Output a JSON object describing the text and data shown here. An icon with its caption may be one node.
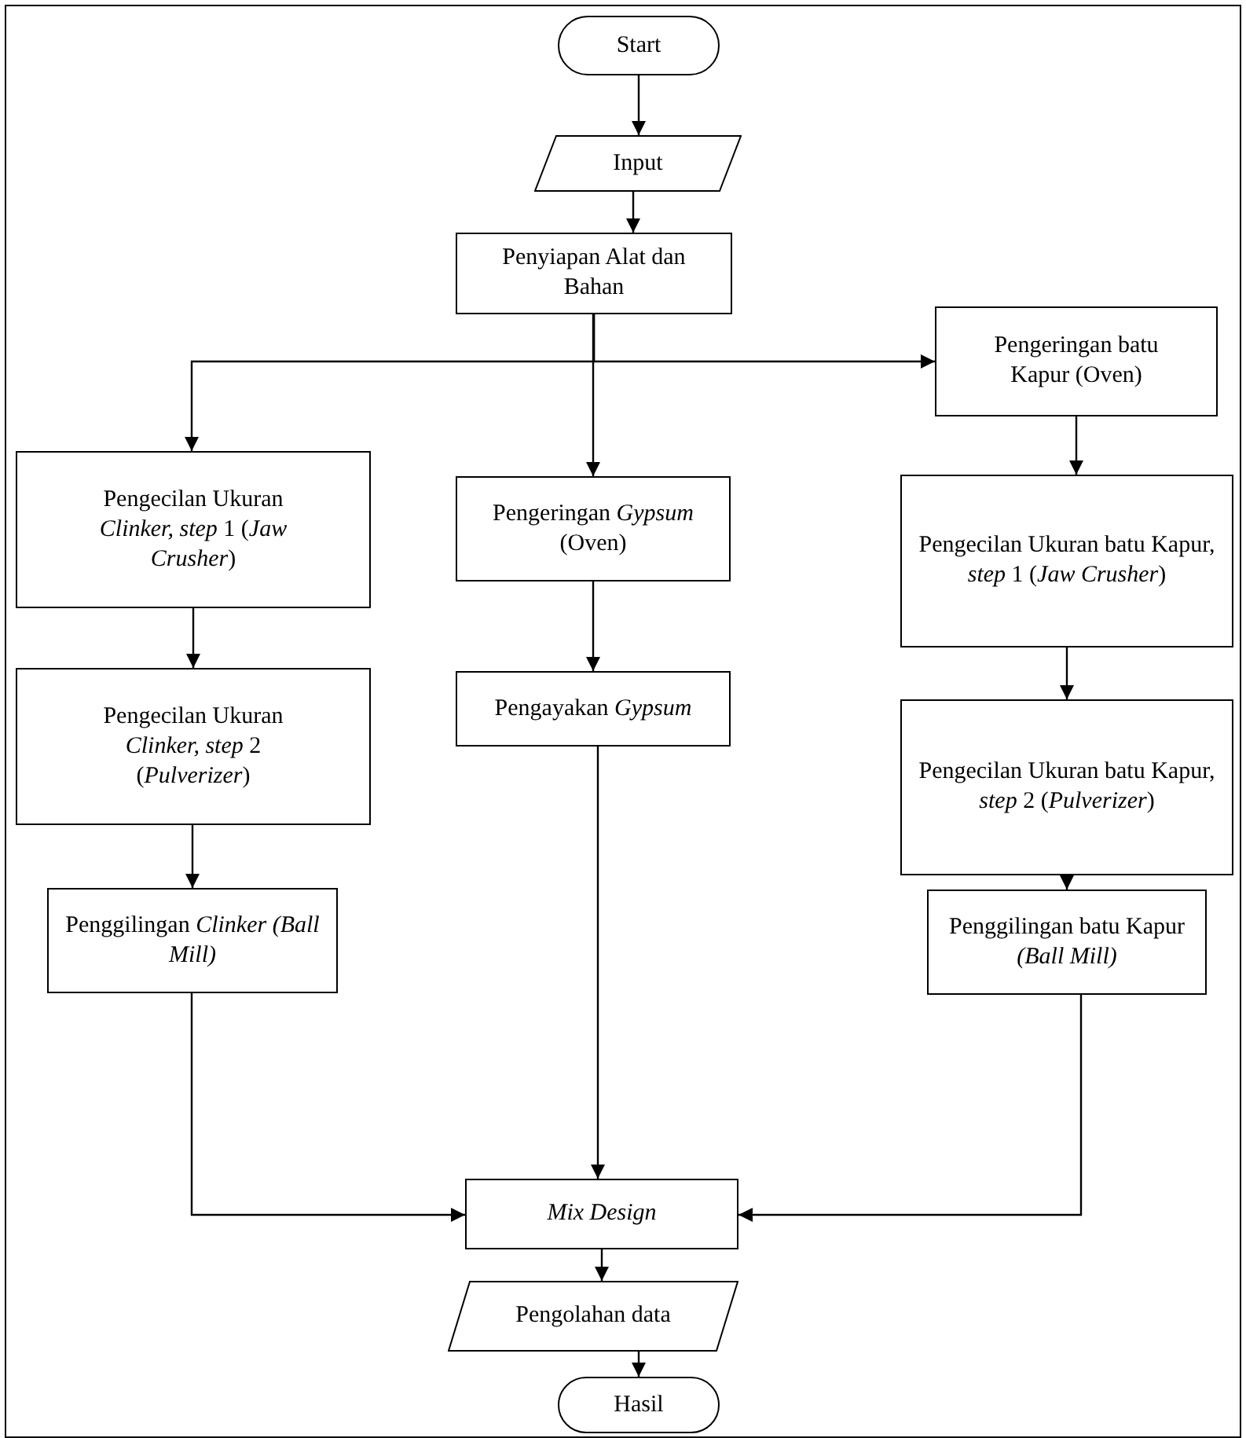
{
  "diagram": {
    "nodes": [
      {
        "text": [
          "Start"
        ]
      },
      {
        "text": [
          "Input"
        ]
      },
      {
        "text": [
          "Penyiapan Alat dan Bahan"
        ]
      },
      {
        "text": [
          "Pengeringan batu Kapur (Oven)"
        ]
      },
      {
        "text": [
          "Pengecilan Ukuran *Clinker, step* 1 (*Jaw Crusher*)"
        ]
      },
      {
        "text": [
          "Pengeringan *Gypsum* (Oven)"
        ]
      },
      {
        "text": [
          "Pengecilan Ukuran batu Kapur, *step* 1 (*Jaw Crusher*)"
        ]
      },
      {
        "text": [
          "Pengayakan *Gypsum*"
        ]
      },
      {
        "text": [
          "Pengecilan Ukuran *Clinker, step* 2 (*Pulverizer*)"
        ]
      },
      {
        "text": [
          "Pengecilan Ukuran batu Kapur, *step* 2 (*Pulverizer*)"
        ]
      },
      {
        "text": [
          "Penggilingan *Clinker (Ball Mill)*"
        ]
      },
      {
        "text": [
          "Penggilingan batu Kapur *(Ball Mill)*"
        ]
      },
      {
        "text": [
          "Mix Design"
        ]
      },
      {
        "text": [
          "Pengolahan data"
        ]
      },
      {
        "text": [
          "Hasil"
        ]
      }
    ],
    "edges": [
      {
        "from": 0,
        "to": 1,
        "arrow": "to"
      },
      {
        "from": 1,
        "to": 2,
        "arrow": "to"
      },
      {
        "from": 2,
        "to": 4,
        "arrow": "to"
      },
      {
        "from": 2,
        "to": 5,
        "arrow": "to"
      },
      {
        "from": 2,
        "to": 3,
        "arrow": "to"
      },
      {
        "from": 4,
        "to": 8,
        "arrow": "to"
      },
      {
        "from": 8,
        "to": 10,
        "arrow": "to"
      },
      {
        "from": 5,
        "to": 7,
        "arrow": "to"
      },
      {
        "from": 3,
        "to": 6,
        "arrow": "to"
      },
      {
        "from": 6,
        "to": 9,
        "arrow": "to"
      },
      {
        "from": 9,
        "to": 11,
        "arrow": "to"
      },
      {
        "from": 10,
        "to": 12,
        "arrow": "to"
      },
      {
        "from": 7,
        "to": 12,
        "arrow": "to"
      },
      {
        "from": 11,
        "to": 12,
        "arrow": "to"
      },
      {
        "from": 12,
        "to": 13,
        "arrow": "to"
      },
      {
        "from": 13,
        "to": 14,
        "arrow": "to"
      }
    ]
  }
}
